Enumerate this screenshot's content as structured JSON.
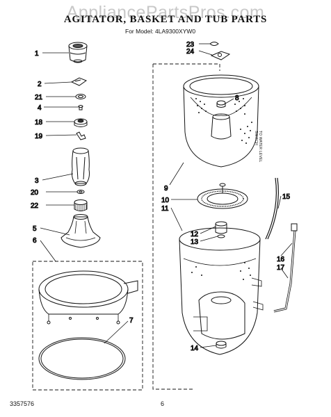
{
  "watermark": "AppliancePartsPros.com",
  "title": "AGITATOR, BASKET AND TUB PARTS",
  "subtitle": "For Model: 4LA9300XYW0",
  "side_note": "TO WATER LEVEL\nSWITCH",
  "footer": {
    "doc_number": "3357576",
    "page_number": "6"
  },
  "callouts": {
    "c1": "1",
    "c2": "2",
    "c21": "21",
    "c4": "4",
    "c18": "18",
    "c19": "19",
    "c3": "3",
    "c20": "20",
    "c22": "22",
    "c5": "5",
    "c6": "6",
    "c7": "7",
    "c23": "23",
    "c24": "24",
    "c8": "8",
    "c9": "9",
    "c10": "10",
    "c11": "11",
    "c12": "12",
    "c13": "13",
    "c14": "14",
    "c15": "15",
    "c16": "16",
    "c17": "17"
  }
}
